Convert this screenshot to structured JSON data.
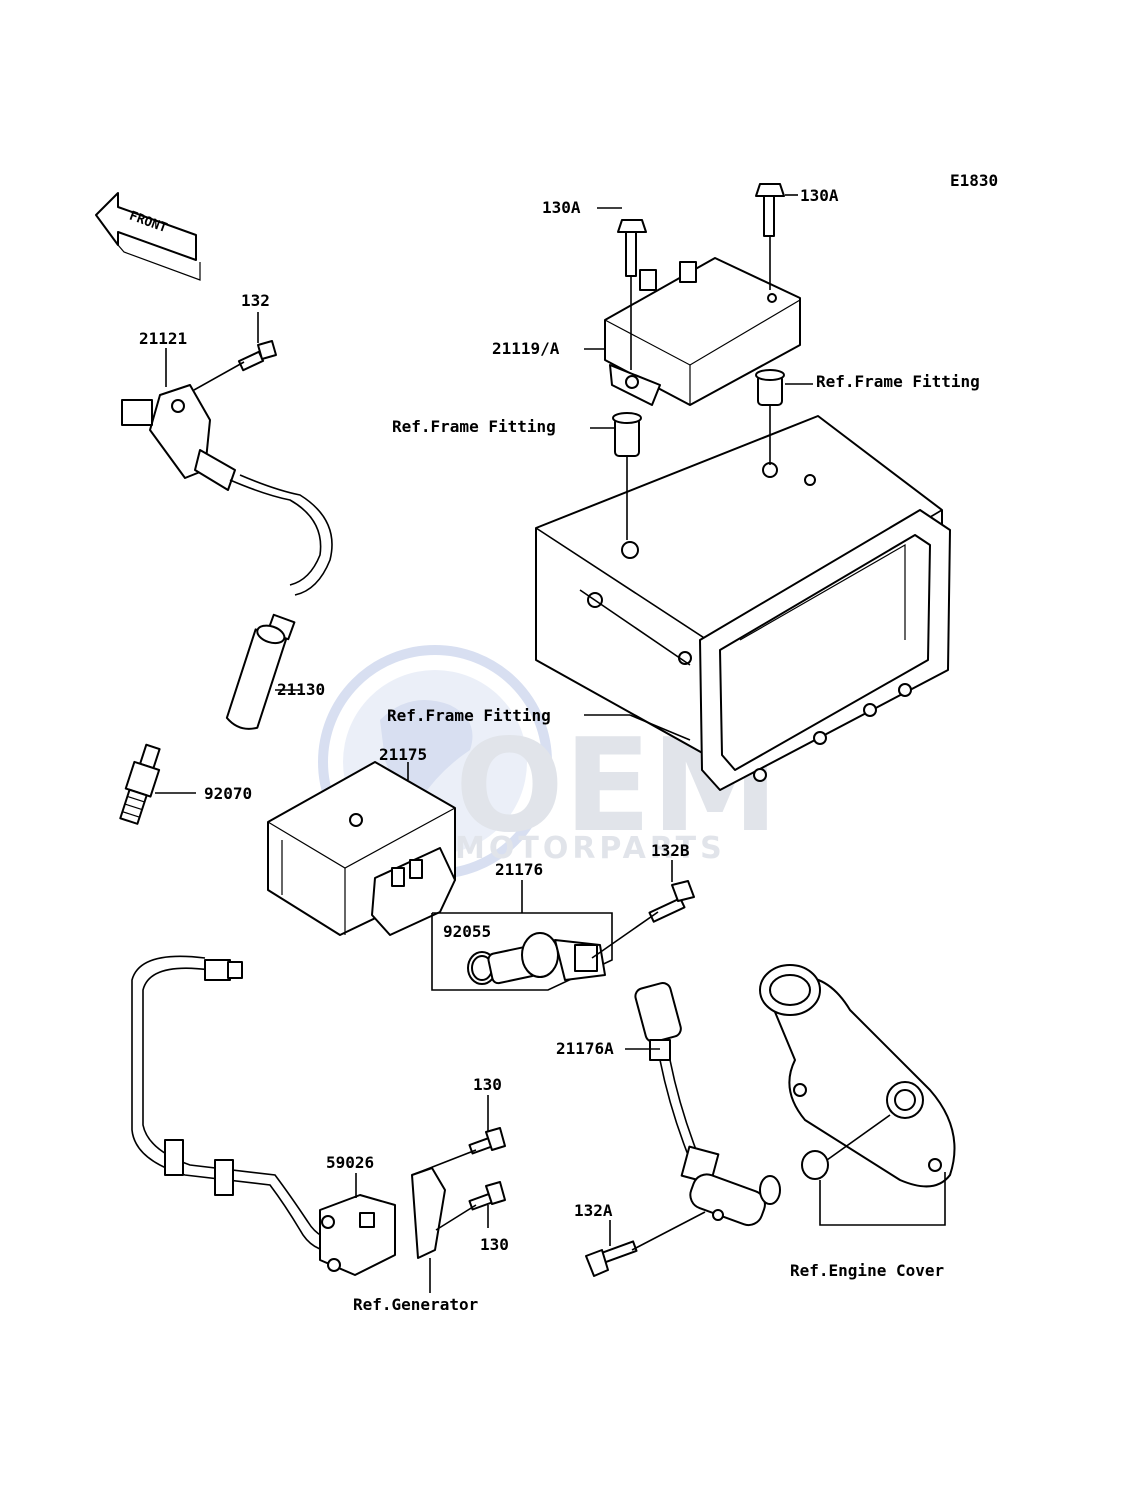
{
  "diagram_code": "E1830",
  "front_label": "FRONT",
  "watermark": {
    "brand": "OEM",
    "sub": "MOTORPARTS"
  },
  "labels": {
    "p130A_left": "130A",
    "p130A_right": "130A",
    "p21119A": "21119/A",
    "ref_frame_right": "Ref.Frame Fitting",
    "ref_frame_left": "Ref.Frame Fitting",
    "ref_frame_mid": "Ref.Frame Fitting",
    "p132": "132",
    "p21121": "21121",
    "p21130": "21130",
    "p92070": "92070",
    "p21175": "21175",
    "p132B": "132B",
    "p21176": "21176",
    "p92055": "92055",
    "p21176A": "21176A",
    "p130_top": "130",
    "p130_bottom": "130",
    "p59026": "59026",
    "ref_generator": "Ref.Generator",
    "p132A": "132A",
    "ref_engine_cover": "Ref.Engine Cover"
  },
  "colors": {
    "line": "#000000",
    "watermark": "#dfe4ee",
    "watermark_globe": "#c9d4ec"
  }
}
